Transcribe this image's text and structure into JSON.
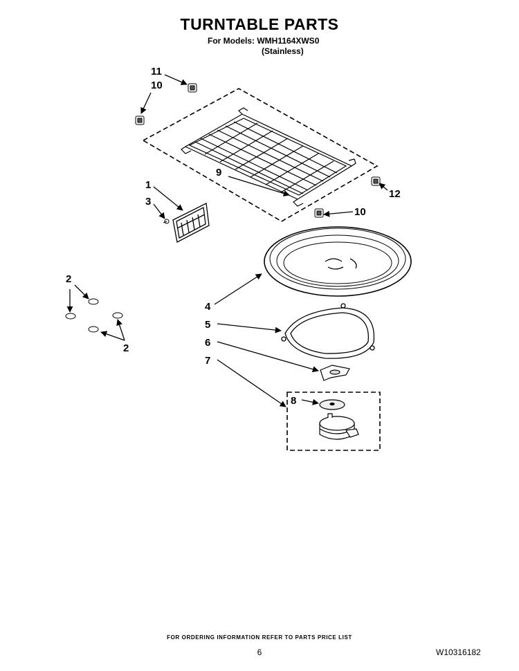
{
  "header": {
    "title": "TURNTABLE PARTS",
    "models_line": "For Models: WMH1164XWS0",
    "finish": "(Stainless)"
  },
  "callouts": {
    "c11": "11",
    "c10a": "10",
    "c9": "9",
    "c12": "12",
    "c10b": "10",
    "c1": "1",
    "c3": "3",
    "c2a": "2",
    "c2b": "2",
    "c4": "4",
    "c5": "5",
    "c6": "6",
    "c7": "7",
    "c8": "8"
  },
  "footer": {
    "ordering_note": "FOR ORDERING INFORMATION REFER TO PARTS PRICE LIST",
    "page_number": "6",
    "doc_code": "W10316182"
  }
}
